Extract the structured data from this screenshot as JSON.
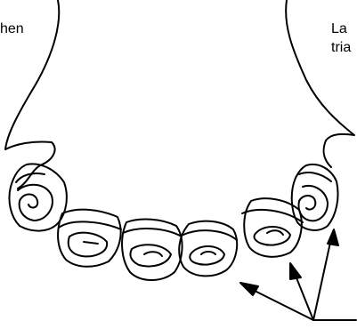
{
  "labels": {
    "left_fragment": "hen",
    "right_line_1": "La",
    "right_line_2": "tria"
  },
  "colors": {
    "ink": "#000000",
    "background": "#ffffff"
  }
}
